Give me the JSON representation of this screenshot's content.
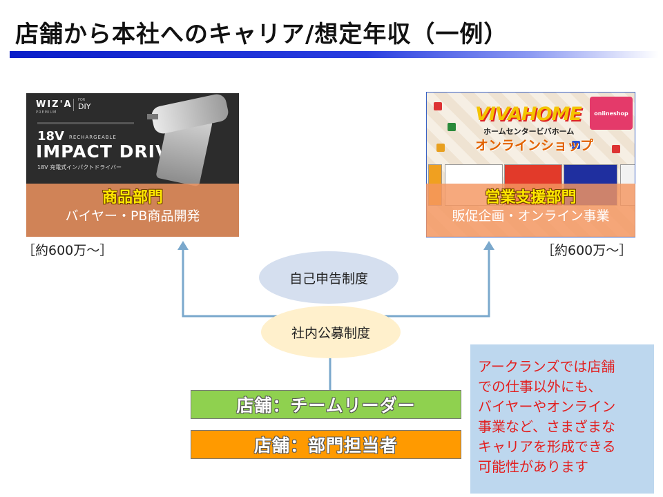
{
  "slide": {
    "title": "店舗から本社へのキャリア/想定年収（一例）"
  },
  "left_panel": {
    "image": {
      "brand": "WIZ'A",
      "brand_tagline": "PREMIUM",
      "for_label": "FOR",
      "diy_label": "DIY",
      "voltage": "18V",
      "rechargeable": "RECHARGEABLE",
      "product_name": "IMPACT DRIVER",
      "product_subtitle": "18V 充電式インパクトドライバー"
    },
    "department": "商品部門",
    "role": "バイヤー・PB商品開発",
    "salary": "［約600万～］"
  },
  "right_panel": {
    "image": {
      "logo": "VIVAHOME",
      "logo_sub": "ホームセンタービバホーム",
      "online_label": "オンラインショップ",
      "badge": "onlineshop"
    },
    "department": "営業支援部門",
    "role": "販促企画・オンライン事業",
    "salary": "［約600万～］"
  },
  "programs": {
    "self_declaration": "自己申告制度",
    "internal_recruitment": "社内公募制度"
  },
  "steps": {
    "team_leader": "店舗：チームリーダー",
    "section_staff": "店舗：部門担当者"
  },
  "note": {
    "lines": [
      "アークランズでは店舗",
      "での仕事以外にも、",
      "バイヤーやオンライン",
      "事業など、さまざまな",
      "キャリアを形成できる",
      "可能性があります"
    ]
  },
  "colors": {
    "title_bar": "#0a1ec8",
    "connector": "#7aa8cc",
    "overlay": "#f49660",
    "overlay_title": "#ffe800",
    "bar_green": "#8fd14f",
    "bar_orange": "#ff9a00",
    "note_bg": "#bdd7ee",
    "note_text": "#e21f1f"
  }
}
